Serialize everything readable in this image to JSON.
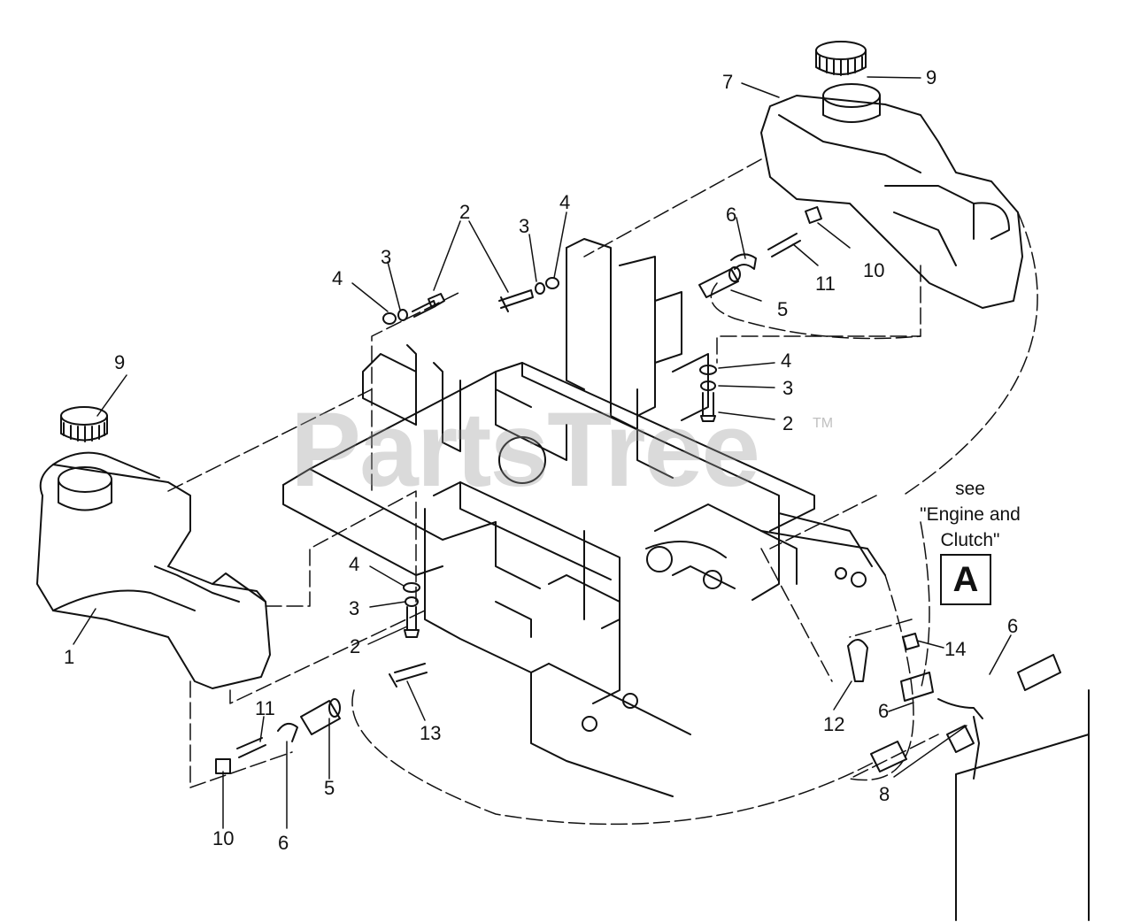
{
  "watermark": {
    "text": "PartsTree",
    "trademark": "TM"
  },
  "reference": {
    "see_line1": "see",
    "see_line2": "\"Engine and",
    "see_line3": "Clutch\"",
    "box_letter": "A"
  },
  "callouts": [
    {
      "id": "c1",
      "number": "1"
    },
    {
      "id": "c2a",
      "number": "2"
    },
    {
      "id": "c2b",
      "number": "2"
    },
    {
      "id": "c2c",
      "number": "2"
    },
    {
      "id": "c3a",
      "number": "3"
    },
    {
      "id": "c3b",
      "number": "3"
    },
    {
      "id": "c3c",
      "number": "3"
    },
    {
      "id": "c3d",
      "number": "3"
    },
    {
      "id": "c4a",
      "number": "4"
    },
    {
      "id": "c4b",
      "number": "4"
    },
    {
      "id": "c4c",
      "number": "4"
    },
    {
      "id": "c4d",
      "number": "4"
    },
    {
      "id": "c5a",
      "number": "5"
    },
    {
      "id": "c5b",
      "number": "5"
    },
    {
      "id": "c6a",
      "number": "6"
    },
    {
      "id": "c6b",
      "number": "6"
    },
    {
      "id": "c6c",
      "number": "6"
    },
    {
      "id": "c6d",
      "number": "6"
    },
    {
      "id": "c7",
      "number": "7"
    },
    {
      "id": "c8",
      "number": "8"
    },
    {
      "id": "c9a",
      "number": "9"
    },
    {
      "id": "c9b",
      "number": "9"
    },
    {
      "id": "c10a",
      "number": "10"
    },
    {
      "id": "c10b",
      "number": "10"
    },
    {
      "id": "c11a",
      "number": "11"
    },
    {
      "id": "c11b",
      "number": "11"
    },
    {
      "id": "c12",
      "number": "12"
    },
    {
      "id": "c13",
      "number": "13"
    },
    {
      "id": "c14",
      "number": "14"
    }
  ]
}
